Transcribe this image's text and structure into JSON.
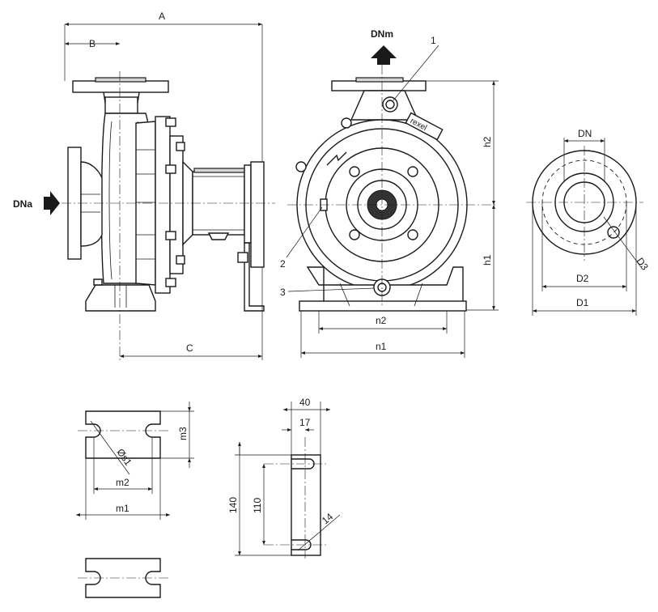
{
  "dimensions": {
    "A": "A",
    "B": "B",
    "C": "C",
    "DNm": "DNm",
    "DNa": "DNa",
    "h1": "h1",
    "h2": "h2",
    "n1": "n1",
    "n2": "n2",
    "DN": "DN",
    "D1": "D1",
    "D2": "D2",
    "D3": "D3",
    "m1": "m1",
    "m2": "m2",
    "m3": "m3",
    "s1": "Øs1"
  },
  "callouts": [
    "1",
    "2",
    "3"
  ],
  "bracket": {
    "w40": "40",
    "w17": "17",
    "h140": "140",
    "h110": "110",
    "d14": "14"
  },
  "brand": "rexel"
}
